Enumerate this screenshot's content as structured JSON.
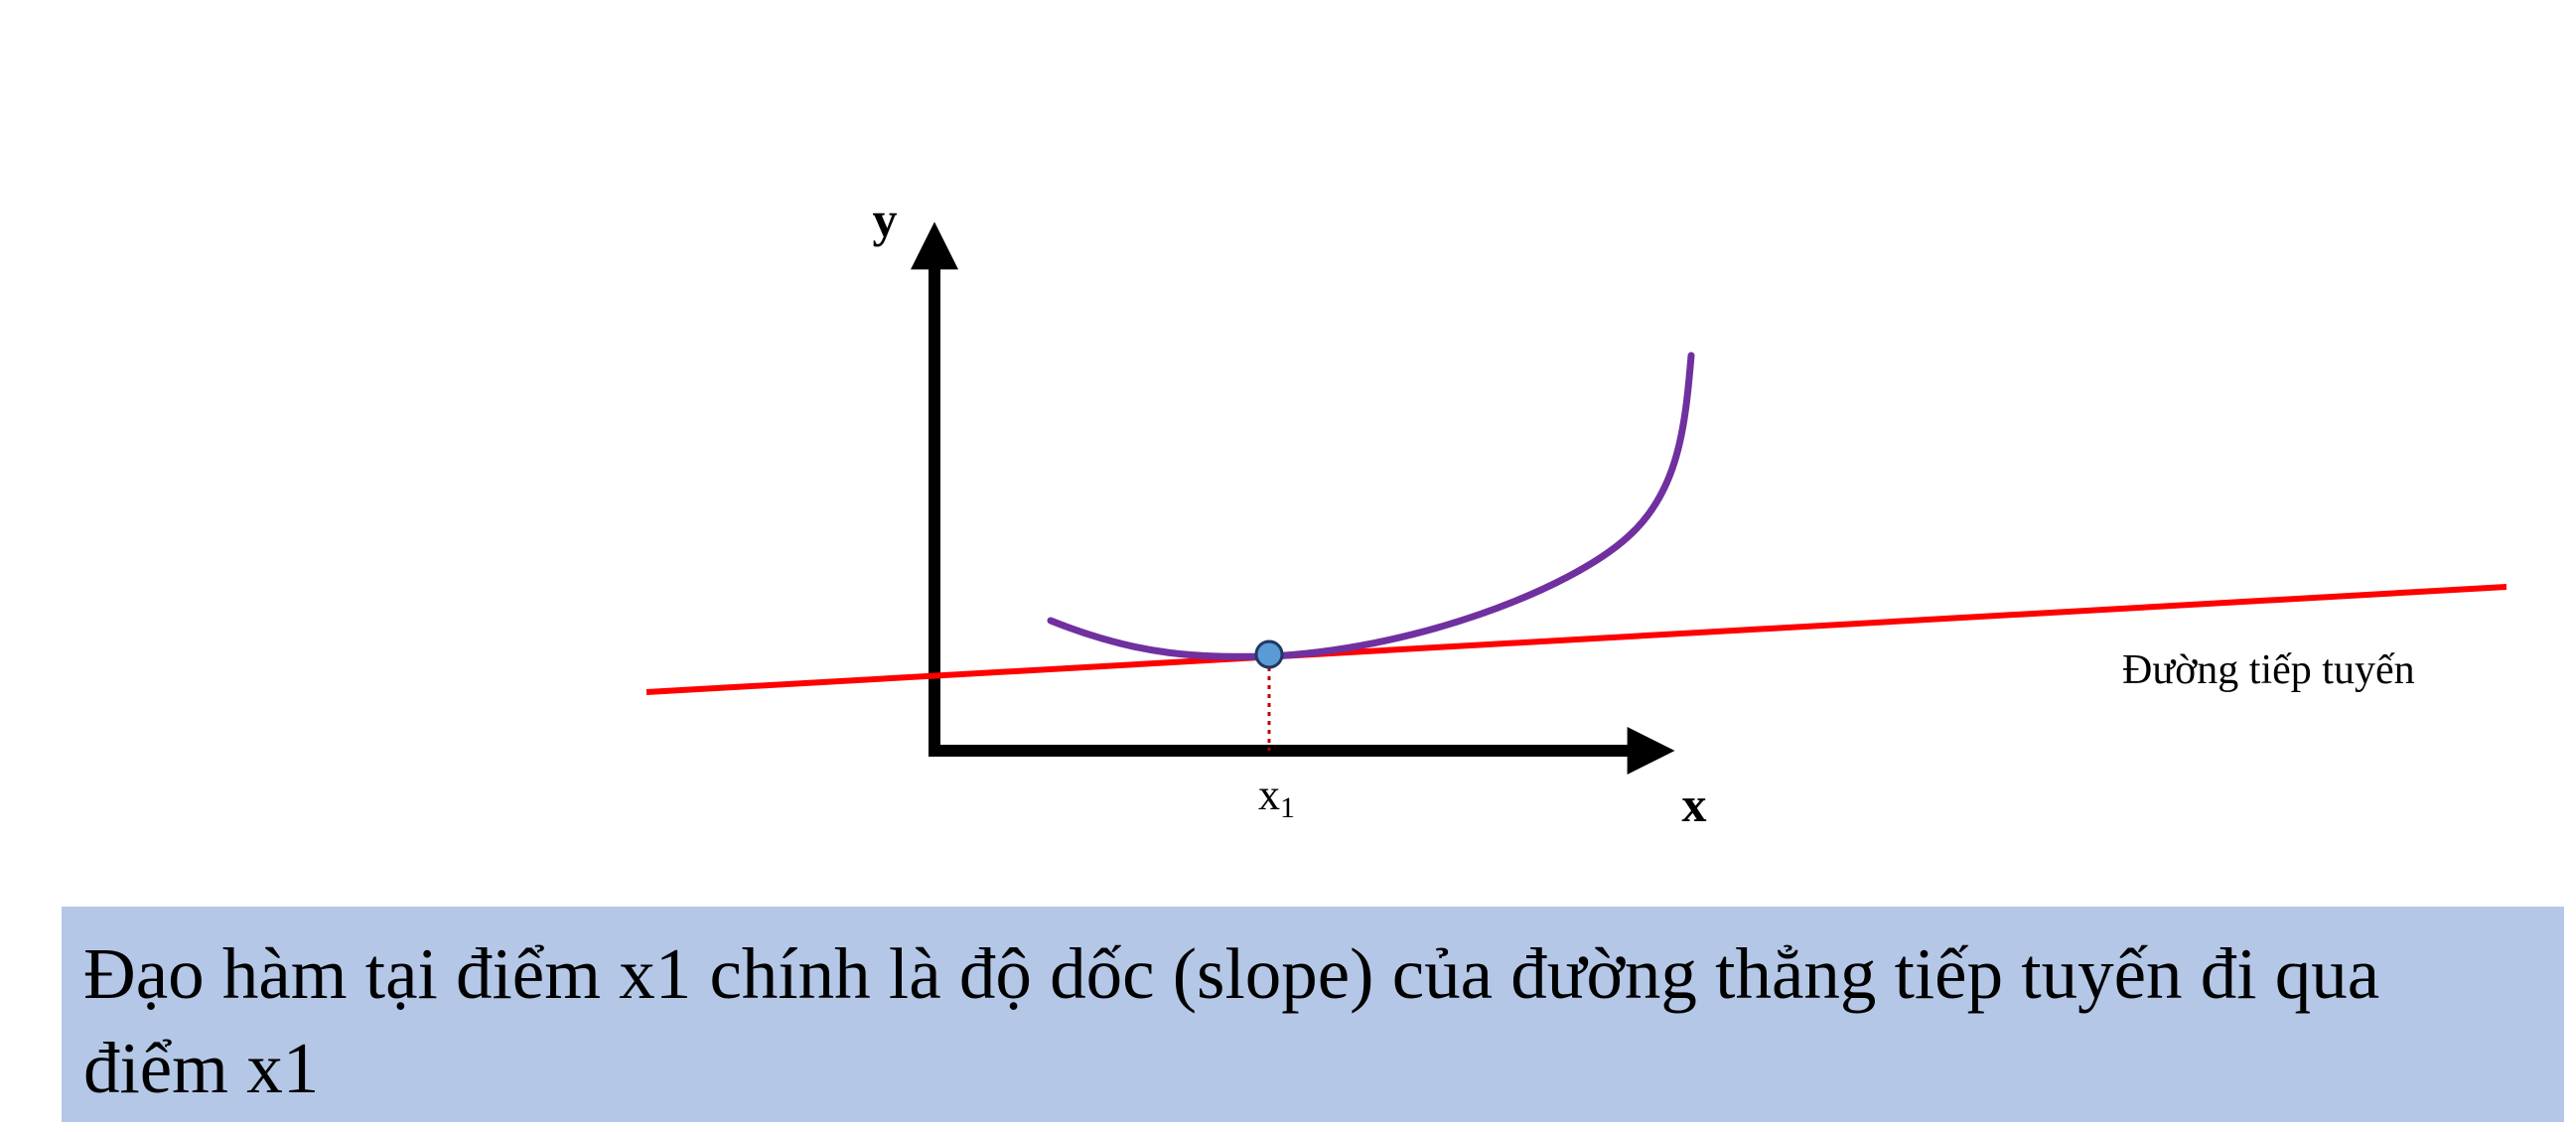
{
  "diagram": {
    "y_axis_label": "y",
    "x_axis_label": "x",
    "point_label_base": "x",
    "point_label_sub": "1",
    "tangent_label": "Đường tiếp tuyến",
    "colors": {
      "axes": "#000000",
      "curve": "#7030a0",
      "tangent": "#ff0000",
      "guide": "#c00000",
      "point_fill": "#5b9bd5",
      "point_stroke": "#1f3864"
    }
  },
  "caption": {
    "text": "Đạo hàm tại điểm x1 chính là độ dốc (slope) của đường thẳng tiếp tuyến đi qua điểm x1"
  }
}
